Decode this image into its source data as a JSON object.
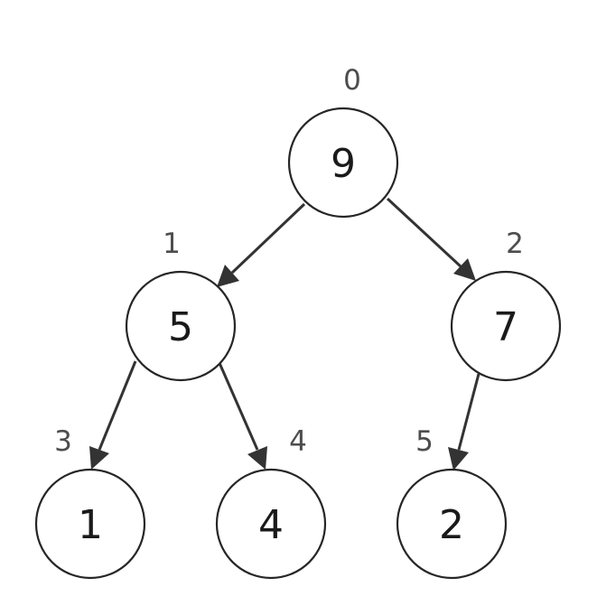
{
  "heap": {
    "nodes": [
      {
        "index": "0",
        "value": "9"
      },
      {
        "index": "1",
        "value": "5"
      },
      {
        "index": "2",
        "value": "7"
      },
      {
        "index": "3",
        "value": "1"
      },
      {
        "index": "4",
        "value": "4"
      },
      {
        "index": "5",
        "value": "2"
      }
    ],
    "edges": [
      {
        "from": "0",
        "to": "1"
      },
      {
        "from": "0",
        "to": "2"
      },
      {
        "from": "1",
        "to": "3"
      },
      {
        "from": "1",
        "to": "4"
      },
      {
        "from": "2",
        "to": "5"
      }
    ]
  },
  "colors": {
    "stroke": "#262626",
    "arrow": "#333333",
    "index_text": "#4d4d4d",
    "value_text": "#1a1a1a",
    "background": "#ffffff"
  }
}
